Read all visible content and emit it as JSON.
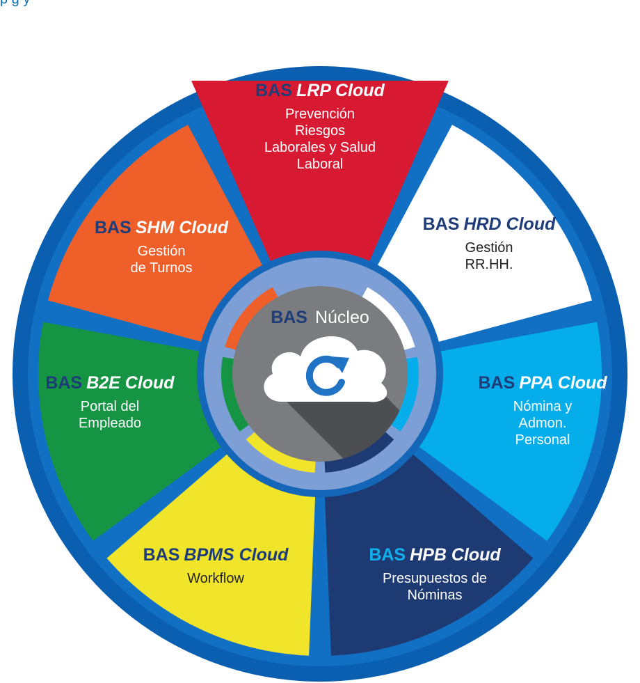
{
  "header": {
    "caption": "p                                    g                                  y"
  },
  "core": {
    "bas": "BAS",
    "name": "Núcleo",
    "icon": "cloud-refresh-icon"
  },
  "modules": [
    {
      "key": "lrp",
      "bas": "BAS",
      "product": "LRP Cloud",
      "desc": [
        "Prevención",
        "Riesgos",
        "Laborales y Salud",
        "Laboral"
      ],
      "color": "#d71a32",
      "bas_color": "#1e3c78",
      "product_color": "#ffffff",
      "desc_color": "#ffffff"
    },
    {
      "key": "hrd",
      "bas": "BAS",
      "product": "HRD Cloud",
      "desc": [
        "Gestión",
        "RR.HH."
      ],
      "color": "#ffffff",
      "bas_color": "#1e3c78",
      "product_color": "#1e3c78",
      "desc_color": "#222222"
    },
    {
      "key": "ppa",
      "bas": "BAS",
      "product": "PPA Cloud",
      "desc": [
        "Nómina y",
        "Admon.",
        "Personal"
      ],
      "color": "#05aeea",
      "bas_color": "#1e3c78",
      "product_color": "#ffffff",
      "desc_color": "#ffffff"
    },
    {
      "key": "hpb",
      "bas": "BAS",
      "product": "HPB Cloud",
      "desc": [
        "Presupuestos de",
        "Nóminas"
      ],
      "color": "#1e3a72",
      "bas_color": "#11b0ec",
      "product_color": "#ffffff",
      "desc_color": "#ffffff"
    },
    {
      "key": "bpms",
      "bas": "BAS",
      "product": "BPMS Cloud",
      "desc": [
        "Workflow"
      ],
      "color": "#f1e52b",
      "bas_color": "#1e3c78",
      "product_color": "#1e3c78",
      "desc_color": "#222222"
    },
    {
      "key": "b2e",
      "bas": "BAS",
      "product": "B2E Cloud",
      "desc": [
        "Portal del",
        "Empleado"
      ],
      "color": "#159444",
      "bas_color": "#1e3c78",
      "product_color": "#ffffff",
      "desc_color": "#ffffff"
    },
    {
      "key": "shm",
      "bas": "BAS",
      "product": "SHM Cloud",
      "desc": [
        "Gestión",
        "de Turnos"
      ],
      "color": "#ef5f2a",
      "bas_color": "#1e3c78",
      "product_color": "#ffffff",
      "desc_color": "#ffffff"
    }
  ]
}
